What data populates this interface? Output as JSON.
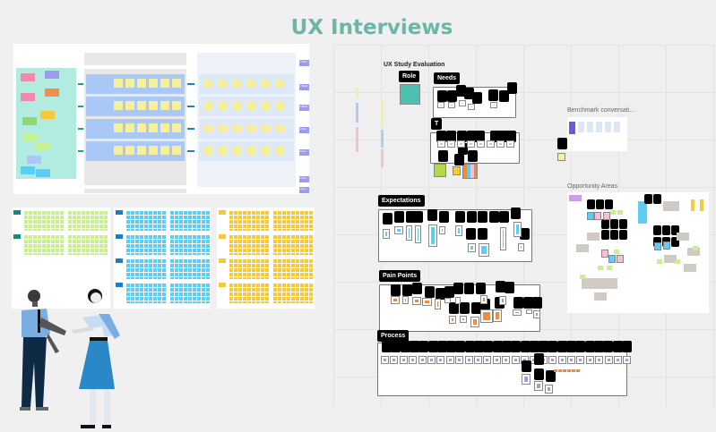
{
  "title": "UX Interviews",
  "journey_board": {
    "row_tags": [
      "1 Plan",
      "2 Build",
      "3 Build",
      "4 Run",
      "5 Run",
      "6 Run",
      "Learn"
    ]
  },
  "evaluation": {
    "heading": "UX Study Evaluation",
    "sections": {
      "role": "Role",
      "needs": "Needs",
      "t": "T",
      "expectations": "Expectations",
      "pain_points": "Pain Points",
      "process": "Process"
    },
    "benchmark": "Benchmark conversati...",
    "opportunity": "Opportunity Areas"
  },
  "colors": {
    "title": "#6db5a8",
    "teal": "#b2ebe0",
    "blue_row": "#a9c8f5",
    "green": "#c8f08c",
    "cyan": "#5ccdf5",
    "yellow": "#f5c93a",
    "orange": "#f08a3c",
    "purple": "#9d9bf0",
    "pink": "#f5c0d0"
  }
}
